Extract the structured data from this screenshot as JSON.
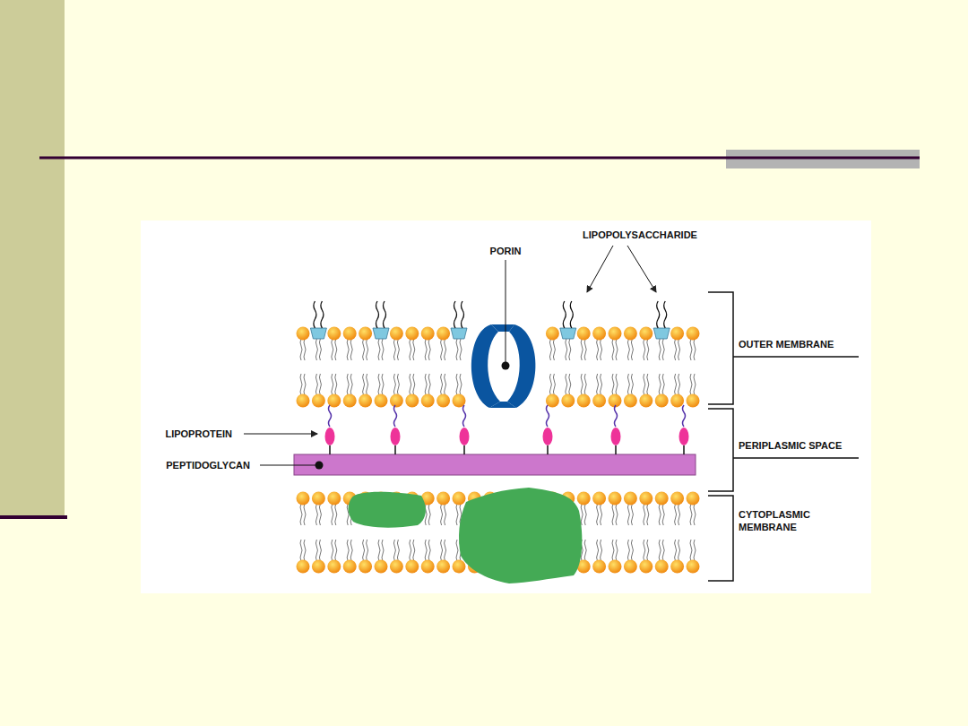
{
  "diagram": {
    "labels": [
      "LIPOPOLYSACCHARIDE",
      "PORIN",
      "OUTER MEMBRANE",
      "LIPOPROTEIN",
      "PERIPLASMIC SPACE",
      "PEPTIDOGLYCAN",
      "CYTOPLASMIC MEMBRANE"
    ]
  }
}
